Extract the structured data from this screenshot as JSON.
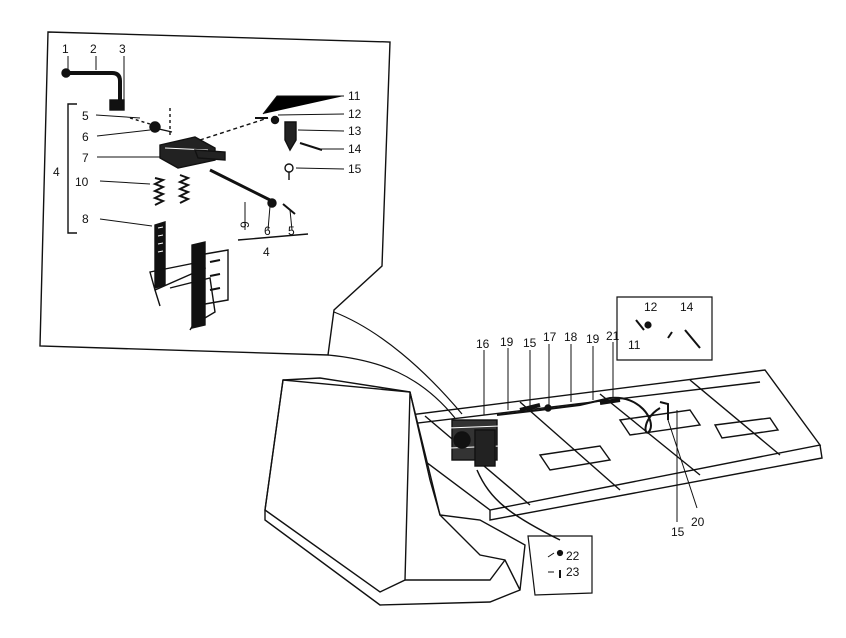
{
  "callouts": {
    "inset": [
      {
        "id": "i1",
        "text": "1"
      },
      {
        "id": "i2",
        "text": "2"
      },
      {
        "id": "i3",
        "text": "3"
      },
      {
        "id": "i5",
        "text": "5"
      },
      {
        "id": "i6",
        "text": "6"
      },
      {
        "id": "i4",
        "text": "4"
      },
      {
        "id": "i7",
        "text": "7"
      },
      {
        "id": "i10",
        "text": "10"
      },
      {
        "id": "i8",
        "text": "8"
      },
      {
        "id": "i11",
        "text": "11"
      },
      {
        "id": "i12",
        "text": "12"
      },
      {
        "id": "i13",
        "text": "13"
      },
      {
        "id": "i14",
        "text": "14"
      },
      {
        "id": "i15",
        "text": "15"
      },
      {
        "id": "i9b",
        "text": "9"
      },
      {
        "id": "i6b",
        "text": "6"
      },
      {
        "id": "i5b",
        "text": "5"
      },
      {
        "id": "i4b",
        "text": "4"
      }
    ],
    "main": [
      {
        "id": "m16",
        "text": "16"
      },
      {
        "id": "m19a",
        "text": "19"
      },
      {
        "id": "m15a",
        "text": "15"
      },
      {
        "id": "m17",
        "text": "17"
      },
      {
        "id": "m18",
        "text": "18"
      },
      {
        "id": "m19b",
        "text": "19"
      },
      {
        "id": "m21",
        "text": "21"
      },
      {
        "id": "m15b",
        "text": "15"
      },
      {
        "id": "m20",
        "text": "20"
      },
      {
        "id": "s12",
        "text": "12"
      },
      {
        "id": "s14",
        "text": "14"
      },
      {
        "id": "s11",
        "text": "11"
      },
      {
        "id": "m22",
        "text": "22"
      },
      {
        "id": "m23",
        "text": "23"
      }
    ]
  }
}
